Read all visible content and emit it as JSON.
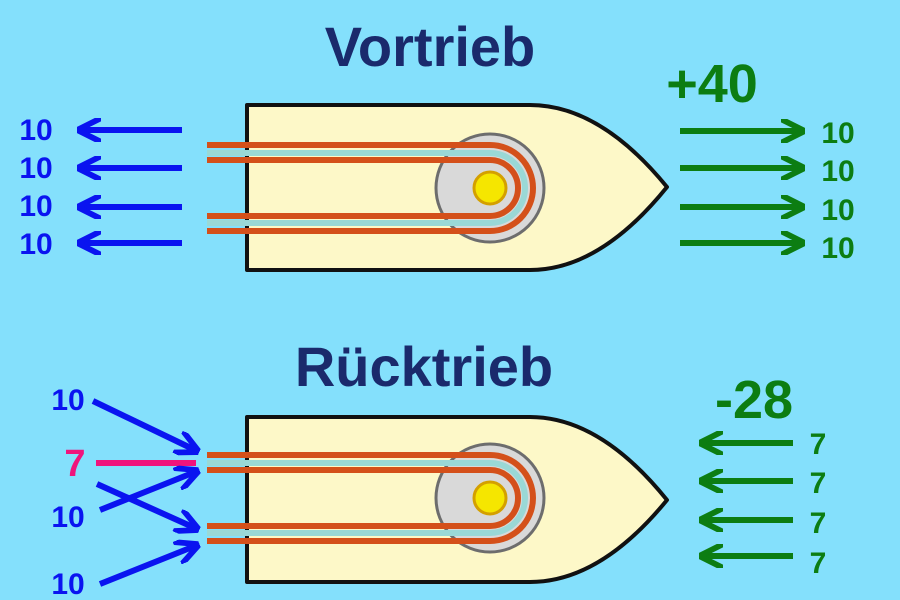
{
  "colors": {
    "background": "#84e0fc",
    "title": "#1a2a6c",
    "inflow_arrow": "#0a14f0",
    "outflow_arrow": "#0c7d12",
    "reduced_value": "#f0147c",
    "hull_fill": "#fdf8c8",
    "hull_stroke": "#111111",
    "pipe": "#d4501a",
    "pipe_inner": "#9ad8d6",
    "hub": "#d9d9d9",
    "core": "#f5e600"
  },
  "icons": {
    "hull": "boat-hull-icon",
    "hub": "rotor-hub-icon",
    "arrow": "arrow-icon"
  },
  "top": {
    "title": "Vortrieb",
    "net": "+40",
    "left_values": [
      "10",
      "10",
      "10",
      "10"
    ],
    "right_values": [
      "10",
      "10",
      "10",
      "10"
    ]
  },
  "bottom": {
    "title": "Rücktrieb",
    "net": "-28",
    "left_values": [
      "10",
      "7",
      "10",
      "10"
    ],
    "right_values": [
      "7",
      "7",
      "7",
      "7"
    ]
  }
}
